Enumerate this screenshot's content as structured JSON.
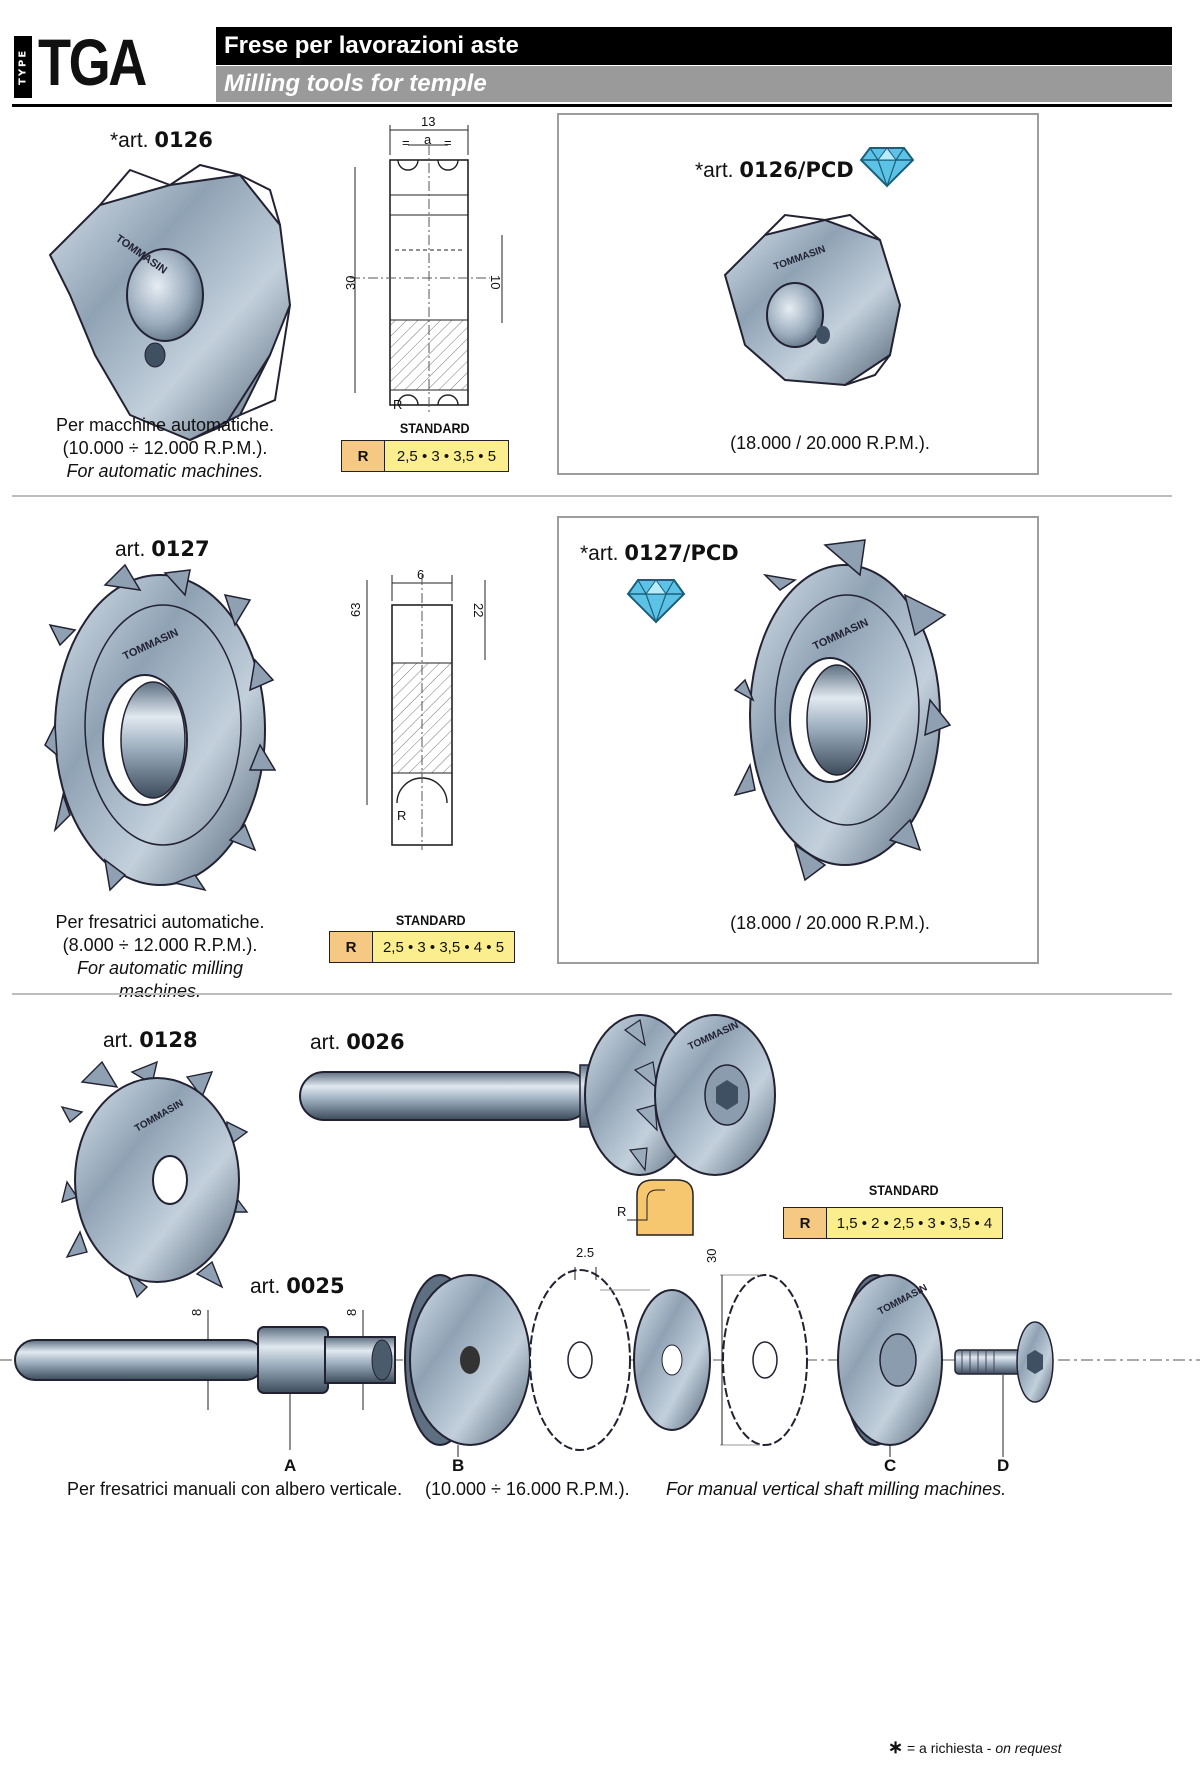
{
  "header": {
    "type_label": "TYPE",
    "code": "TGA",
    "title_it": "Frese per lavorazioni aste",
    "title_en": "Milling tools for temple"
  },
  "section1": {
    "art_prefix": "*art.",
    "art_code": "0126",
    "desc_it": "Per macchine automatiche.",
    "desc_rpm": "(10.000 ÷ 12.000 R.P.M.).",
    "desc_en": "For automatic machines.",
    "drawing": {
      "width": "13",
      "a": "a",
      "eq": "=",
      "height": "30",
      "inner": "10",
      "r": "R"
    },
    "standard_label": "STANDARD",
    "r_key": "R",
    "r_values": "2,5 • 3 • 3,5 • 5",
    "pcd": {
      "art_prefix": "*art.",
      "art_code": "0126/PCD",
      "rpm": "(18.000 / 20.000 R.P.M.)."
    }
  },
  "section2": {
    "art_prefix": "art.",
    "art_code": "0127",
    "desc_it": "Per fresatrici automatiche.",
    "desc_rpm": "(8.000 ÷ 12.000 R.P.M.).",
    "desc_en": "For automatic milling machines.",
    "drawing": {
      "width": "6",
      "height": "63",
      "inner": "22",
      "r": "R"
    },
    "standard_label": "STANDARD",
    "r_key": "R",
    "r_values": "2,5 • 3 • 3,5 • 4 • 5",
    "pcd": {
      "art_prefix": "*art.",
      "art_code": "0127/PCD",
      "rpm": "(18.000 / 20.000 R.P.M.)."
    }
  },
  "section3": {
    "art_0128_prefix": "art.",
    "art_0128_code": "0128",
    "art_0026_prefix": "art.",
    "art_0026_code": "0026",
    "art_0025_prefix": "art.",
    "art_0025_code": "0025",
    "profile_r": "R",
    "standard_label": "STANDARD",
    "r_key": "R",
    "r_values": "1,5 • 2 • 2,5 • 3 • 3,5 • 4",
    "dim_8a": "8",
    "dim_8b": "8",
    "dim_25": "2.5",
    "dim_30": "30",
    "letters": [
      "A",
      "B",
      "C",
      "D"
    ],
    "desc_it": "Per fresatrici manuali con albero verticale.",
    "desc_rpm": "(10.000 ÷ 16.000 R.P.M.).",
    "desc_en": "For manual vertical shaft milling machines."
  },
  "footnote": {
    "star": "∗",
    "it": "= a richiesta - ",
    "en": "on request"
  },
  "brand": "TOMMASIN",
  "colors": {
    "header_black": "#000000",
    "header_grey": "#9a9a9a",
    "r_key_bg": "#f5c983",
    "r_value_bg": "#fbee8f",
    "steel": "#8fa2b4",
    "diamond": "#5cc3e6"
  }
}
